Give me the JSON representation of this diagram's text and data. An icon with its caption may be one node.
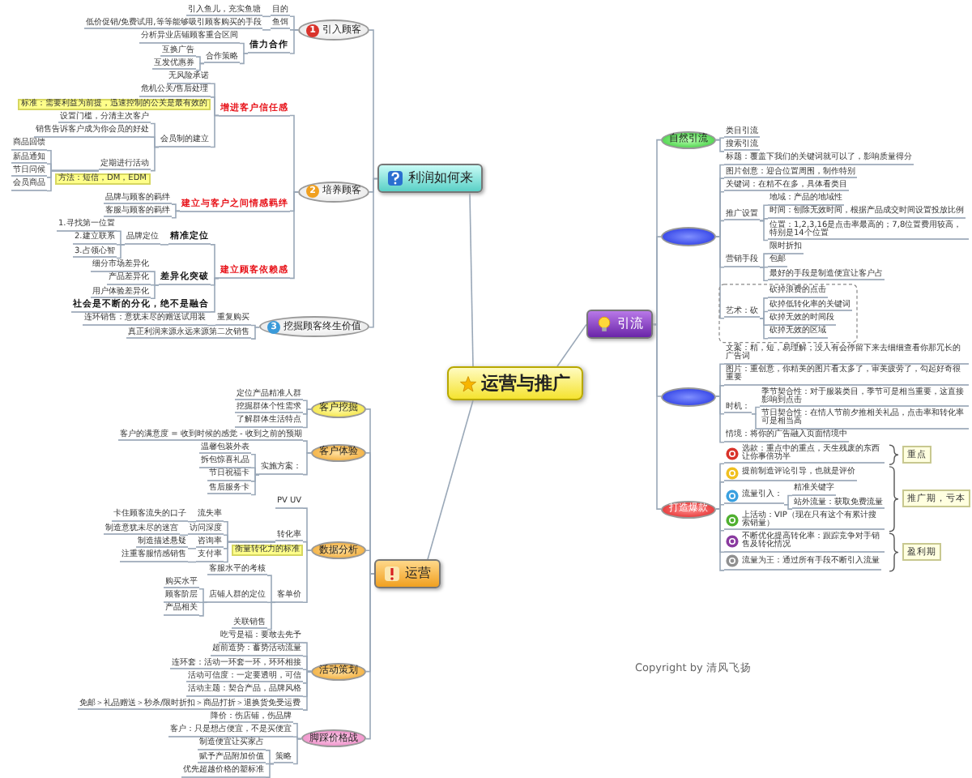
{
  "diagram": {
    "nodes": [
      {
        "text": [
          "运营与推广"
        ]
      },
      {
        "text": [
          "利润如何来"
        ]
      },
      {
        "text": [
          "1",
          "引入顾客"
        ]
      },
      {
        "text": [
          "目的"
        ]
      },
      {
        "text": [
          "引入鱼儿，充实鱼塘"
        ]
      },
      {
        "text": [
          "鱼饵"
        ]
      },
      {
        "text": [
          "低价促销/免费试用,等等能够吸引顾客购买的手段"
        ]
      },
      {
        "text": [
          "借力合作"
        ]
      },
      {
        "text": [
          "分析异业店铺顾客重合区间"
        ]
      },
      {
        "text": [
          "合作策略"
        ]
      },
      {
        "text": [
          "互换广告"
        ]
      },
      {
        "text": [
          "互发优惠券"
        ]
      },
      {
        "text": [
          "2",
          "培养顾客"
        ]
      },
      {
        "text": [
          "增进客户信任感"
        ]
      },
      {
        "text": [
          "无风险承诺"
        ]
      },
      {
        "text": [
          "危机公关/售后处理"
        ],
        "beside": [
          "标准：需要利益为前提，迅速控制的公关是最有效的"
        ]
      },
      {
        "text": [
          "会员制的建立"
        ]
      },
      {
        "text": [
          "设置门槛，分清主次客户"
        ]
      },
      {
        "text": [
          "销售告诉客户成为你会员的好处"
        ]
      },
      {
        "text": [
          "定期进行活动"
        ],
        "beside": [
          "方法：短信，DM，EDM"
        ]
      },
      {
        "text": [
          "商品回馈"
        ]
      },
      {
        "text": [
          "新品通知"
        ]
      },
      {
        "text": [
          "节日问候"
        ]
      },
      {
        "text": [
          "会员商品"
        ]
      },
      {
        "text": [
          "建立与客户之间情感羁绊"
        ]
      },
      {
        "text": [
          "品牌与顾客的羁绊"
        ]
      },
      {
        "text": [
          "客服与顾客的羁绊"
        ]
      },
      {
        "text": [
          "建立顾客依赖感"
        ]
      },
      {
        "text": [
          "精准定位"
        ]
      },
      {
        "text": [
          "品牌定位"
        ]
      },
      {
        "text": [
          "1.寻找第一位置"
        ]
      },
      {
        "text": [
          "2.建立联系"
        ]
      },
      {
        "text": [
          "3.占领心智"
        ]
      },
      {
        "text": [
          "差异化突破"
        ]
      },
      {
        "text": [
          "细分市场差异化"
        ]
      },
      {
        "text": [
          "产品差异化"
        ]
      },
      {
        "text": [
          "用户体验差异化"
        ]
      },
      {
        "text": [
          "社会是不断的分化，绝不是融合"
        ]
      },
      {
        "text": [
          "3",
          "挖掘顾客终生价值"
        ]
      },
      {
        "text": [
          "重复购买"
        ]
      },
      {
        "text": [
          "连环销售：意犹未尽的赠送试用装"
        ]
      },
      {
        "text": [
          "真正利润来源永远来源第二次销售"
        ]
      },
      {
        "text": [
          "运营"
        ]
      },
      {
        "text": [
          "客户挖掘"
        ]
      },
      {
        "text": [
          "定位产品精准人群"
        ]
      },
      {
        "text": [
          "挖掘群体个性需求"
        ]
      },
      {
        "text": [
          "了解群体生活特点"
        ]
      },
      {
        "text": [
          "客户体验"
        ]
      },
      {
        "text": [
          "客户的满意度 = 收到时候的感觉 - 收到之前的预期"
        ]
      },
      {
        "text": [
          "实施方案："
        ]
      },
      {
        "text": [
          "温馨包装外表"
        ]
      },
      {
        "text": [
          "拆包惊喜礼品"
        ]
      },
      {
        "text": [
          "节日祝福卡"
        ]
      },
      {
        "text": [
          "售后服务卡"
        ]
      },
      {
        "text": [
          "数据分析"
        ]
      },
      {
        "text": [
          "PV UV"
        ]
      },
      {
        "text": [
          "转化率"
        ],
        "beside": [
          "衡量转化力的标准"
        ]
      },
      {
        "text": [
          "流失率"
        ]
      },
      {
        "text": [
          "卡住顾客流失的口子"
        ]
      },
      {
        "text": [
          "访问深度"
        ]
      },
      {
        "text": [
          "制造意犹未尽的迷宫"
        ]
      },
      {
        "text": [
          "咨询率"
        ]
      },
      {
        "text": [
          "制造描述悬疑"
        ]
      },
      {
        "text": [
          "支付率"
        ]
      },
      {
        "text": [
          "注重客服情感销售"
        ]
      },
      {
        "text": [
          "客单价"
        ]
      },
      {
        "text": [
          "客服水平的考核"
        ]
      },
      {
        "text": [
          "店铺人群的定位"
        ]
      },
      {
        "text": [
          "购买水平"
        ]
      },
      {
        "text": [
          "顾客阶层"
        ]
      },
      {
        "text": [
          "产品相关"
        ]
      },
      {
        "text": [
          "关联销售"
        ]
      },
      {
        "text": [
          "活动策划"
        ]
      },
      {
        "text": [
          "吃亏是福：要敢去先予"
        ]
      },
      {
        "text": [
          "超前造势：蓄势活动流量"
        ]
      },
      {
        "text": [
          "连环套：活动一环套一环，环环相接"
        ]
      },
      {
        "text": [
          "活动可信度：一定要透明，可信"
        ]
      },
      {
        "text": [
          "活动主题：契合产品，品牌风格"
        ]
      },
      {
        "text": [
          "免邮＞礼品赠送＞秒杀/限时折扣＞商品打折＞退换货免受运费"
        ]
      },
      {
        "text": [
          "脚踩价格战"
        ]
      },
      {
        "text": [
          "降价：伤店铺，伤品牌"
        ]
      },
      {
        "text": [
          "客户：只是想占便宜，不是买便宜"
        ]
      },
      {
        "text": [
          "策略"
        ]
      },
      {
        "text": [
          "制造便宜让买家占"
        ]
      },
      {
        "text": [
          "赋予产品附加价值"
        ]
      },
      {
        "text": [
          "优先超越价格的塑标准"
        ]
      },
      {
        "text": [
          "引流"
        ]
      },
      {
        "text": [
          "自然引流"
        ]
      },
      {
        "text": [
          "类目引流"
        ]
      },
      {
        "text": [
          "搜索引流"
        ]
      },
      {
        "text": [],
        "shape": "ellipse"
      },
      {
        "text": [
          "标题：覆盖下我们的关键词就可以了，影响质量得分"
        ]
      },
      {
        "text": [
          "图片创意：迎合位置周围，制作特别"
        ]
      },
      {
        "text": [
          "关键词：在精不在多，具体看类目"
        ]
      },
      {
        "text": [
          "推广设置"
        ]
      },
      {
        "text": [
          "地域：产品的地域性"
        ]
      },
      {
        "text": [
          "时间：刨除无效时间，根据产品成交时间设置投放比例"
        ]
      },
      {
        "text": [
          "位置：1,2,3,16是点击率最高的；7,8位置费用较高，特别是14个位置"
        ]
      },
      {
        "text": [
          "营销手段"
        ]
      },
      {
        "text": [
          "限时折扣"
        ]
      },
      {
        "text": [
          "包邮"
        ]
      },
      {
        "text": [
          "最好的手段是制造便宜让客户占"
        ]
      },
      {
        "text": [
          "艺术：砍"
        ]
      },
      {
        "text": [
          "砍掉浪费的点击"
        ]
      },
      {
        "text": [
          "砍掉低转化率的关键词"
        ]
      },
      {
        "text": [
          "砍掉无效的时间段"
        ]
      },
      {
        "text": [
          "砍掉无效的区域"
        ]
      },
      {
        "text": [],
        "shape": "ellipse"
      },
      {
        "text": [
          "文案：精，短，易理解；没人有会停留下来去细细查看你那冗长的广告词"
        ]
      },
      {
        "text": [
          "图片：重创意，你精美的图片看太多了，审美疲劳了，勾起好奇很重要"
        ]
      },
      {
        "text": [
          "时机："
        ]
      },
      {
        "text": [
          "季节契合性：对于服装类目，季节可是相当重要，这直接影响到点击"
        ]
      },
      {
        "text": [
          "节日契合性：在情人节前夕推相关礼品，点击率和转化率可是相当高"
        ]
      },
      {
        "text": [
          "情境：将你的广告融入页面情境中"
        ]
      },
      {
        "text": [
          "打造爆款"
        ]
      },
      {
        "text": [
          "选款：重点中的重点，天生残废的东西让你事倍功半"
        ]
      },
      {
        "text": [
          "提前制造评论引导，也就是评价"
        ]
      },
      {
        "text": [
          "流量引入："
        ]
      },
      {
        "text": [
          "精准关键字"
        ]
      },
      {
        "text": [
          "站外流量：获取免费流量"
        ]
      },
      {
        "text": [
          "上活动：VIP（现在只有这个有累计搜索销量）"
        ]
      },
      {
        "text": [
          "不断优化提高转化率：跟踪竞争对手销售及转化情况"
        ]
      },
      {
        "text": [
          "流量为王：通过所有手段不断引入流量"
        ]
      }
    ],
    "edges": [
      {
        "from": 0,
        "to": 1,
        "arrow": "none"
      },
      {
        "from": 0,
        "to": 42,
        "arrow": "none"
      },
      {
        "from": 0,
        "to": 86,
        "arrow": "none"
      },
      {
        "from": 1,
        "to": 2,
        "arrow": "none"
      },
      {
        "from": 1,
        "to": 12,
        "arrow": "none"
      },
      {
        "from": 1,
        "to": 38,
        "arrow": "none"
      },
      {
        "from": 2,
        "to": 3,
        "arrow": "none"
      },
      {
        "from": 2,
        "to": 5,
        "arrow": "none"
      },
      {
        "from": 2,
        "to": 7,
        "arrow": "none"
      },
      {
        "from": 3,
        "to": 4,
        "arrow": "none"
      },
      {
        "from": 5,
        "to": 6,
        "arrow": "none"
      },
      {
        "from": 7,
        "to": 8,
        "arrow": "none"
      },
      {
        "from": 7,
        "to": 9,
        "arrow": "none"
      },
      {
        "from": 9,
        "to": 10,
        "arrow": "none"
      },
      {
        "from": 9,
        "to": 11,
        "arrow": "none"
      },
      {
        "from": 12,
        "to": 13,
        "arrow": "none"
      },
      {
        "from": 12,
        "to": 24,
        "arrow": "none"
      },
      {
        "from": 12,
        "to": 27,
        "arrow": "none"
      },
      {
        "from": 13,
        "to": 14,
        "arrow": "none"
      },
      {
        "from": 13,
        "to": 15,
        "arrow": "none"
      },
      {
        "from": 13,
        "to": 16,
        "arrow": "none"
      },
      {
        "from": 16,
        "to": 17,
        "arrow": "none"
      },
      {
        "from": 16,
        "to": 18,
        "arrow": "none"
      },
      {
        "from": 16,
        "to": 19,
        "arrow": "none"
      },
      {
        "from": 19,
        "to": 20,
        "arrow": "none"
      },
      {
        "from": 19,
        "to": 21,
        "arrow": "none"
      },
      {
        "from": 19,
        "to": 22,
        "arrow": "none"
      },
      {
        "from": 19,
        "to": 23,
        "arrow": "none"
      },
      {
        "from": 24,
        "to": 25,
        "arrow": "none"
      },
      {
        "from": 24,
        "to": 26,
        "arrow": "none"
      },
      {
        "from": 27,
        "to": 28,
        "arrow": "none"
      },
      {
        "from": 27,
        "to": 33,
        "arrow": "none"
      },
      {
        "from": 27,
        "to": 37,
        "arrow": "none"
      },
      {
        "from": 28,
        "to": 29,
        "arrow": "none"
      },
      {
        "from": 29,
        "to": 30,
        "arrow": "none"
      },
      {
        "from": 29,
        "to": 31,
        "arrow": "none"
      },
      {
        "from": 29,
        "to": 32,
        "arrow": "none"
      },
      {
        "from": 33,
        "to": 34,
        "arrow": "none"
      },
      {
        "from": 33,
        "to": 35,
        "arrow": "none"
      },
      {
        "from": 33,
        "to": 36,
        "arrow": "none"
      },
      {
        "from": 38,
        "to": 39,
        "arrow": "none"
      },
      {
        "from": 38,
        "to": 41,
        "arrow": "none"
      },
      {
        "from": 39,
        "to": 40,
        "arrow": "none"
      },
      {
        "from": 42,
        "to": 43,
        "arrow": "none"
      },
      {
        "from": 42,
        "to": 47,
        "arrow": "none"
      },
      {
        "from": 42,
        "to": 54,
        "arrow": "none"
      },
      {
        "from": 42,
        "to": 72,
        "arrow": "none"
      },
      {
        "from": 42,
        "to": 79,
        "arrow": "none"
      },
      {
        "from": 43,
        "to": 44,
        "arrow": "none"
      },
      {
        "from": 43,
        "to": 45,
        "arrow": "none"
      },
      {
        "from": 43,
        "to": 46,
        "arrow": "none"
      },
      {
        "from": 47,
        "to": 48,
        "arrow": "none"
      },
      {
        "from": 47,
        "to": 49,
        "arrow": "none"
      },
      {
        "from": 49,
        "to": 50,
        "arrow": "none"
      },
      {
        "from": 49,
        "to": 51,
        "arrow": "none"
      },
      {
        "from": 49,
        "to": 52,
        "arrow": "none"
      },
      {
        "from": 49,
        "to": 53,
        "arrow": "none"
      },
      {
        "from": 54,
        "to": 55,
        "arrow": "none"
      },
      {
        "from": 54,
        "to": 56,
        "arrow": "none"
      },
      {
        "from": 54,
        "to": 65,
        "arrow": "none"
      },
      {
        "from": 56,
        "to": 57,
        "arrow": "none"
      },
      {
        "from": 56,
        "to": 59,
        "arrow": "none"
      },
      {
        "from": 56,
        "to": 61,
        "arrow": "none"
      },
      {
        "from": 56,
        "to": 63,
        "arrow": "none"
      },
      {
        "from": 57,
        "to": 58,
        "arrow": "none"
      },
      {
        "from": 59,
        "to": 60,
        "arrow": "none"
      },
      {
        "from": 61,
        "to": 62,
        "arrow": "none"
      },
      {
        "from": 63,
        "to": 64,
        "arrow": "none"
      },
      {
        "from": 65,
        "to": 66,
        "arrow": "none"
      },
      {
        "from": 65,
        "to": 67,
        "arrow": "none"
      },
      {
        "from": 65,
        "to": 71,
        "arrow": "none"
      },
      {
        "from": 67,
        "to": 68,
        "arrow": "none"
      },
      {
        "from": 67,
        "to": 69,
        "arrow": "none"
      },
      {
        "from": 67,
        "to": 70,
        "arrow": "none"
      },
      {
        "from": 72,
        "to": 73,
        "arrow": "none"
      },
      {
        "from": 72,
        "to": 74,
        "arrow": "none"
      },
      {
        "from": 72,
        "to": 75,
        "arrow": "none"
      },
      {
        "from": 72,
        "to": 76,
        "arrow": "none"
      },
      {
        "from": 72,
        "to": 77,
        "arrow": "none"
      },
      {
        "from": 72,
        "to": 78,
        "arrow": "none"
      },
      {
        "from": 79,
        "to": 80,
        "arrow": "none"
      },
      {
        "from": 79,
        "to": 81,
        "arrow": "none"
      },
      {
        "from": 79,
        "to": 82,
        "arrow": "none"
      },
      {
        "from": 82,
        "to": 83,
        "arrow": "none"
      },
      {
        "from": 82,
        "to": 84,
        "arrow": "none"
      },
      {
        "from": 82,
        "to": 85,
        "arrow": "none"
      },
      {
        "from": 86,
        "to": 87,
        "arrow": "none"
      },
      {
        "from": 86,
        "to": 90,
        "arrow": "none"
      },
      {
        "from": 86,
        "to": 107,
        "arrow": "none"
      },
      {
        "from": 86,
        "to": 114,
        "arrow": "none"
      },
      {
        "from": 87,
        "to": 88,
        "arrow": "none"
      },
      {
        "from": 87,
        "to": 89,
        "arrow": "none"
      },
      {
        "from": 90,
        "to": 91,
        "arrow": "none"
      },
      {
        "from": 90,
        "to": 92,
        "arrow": "none"
      },
      {
        "from": 90,
        "to": 93,
        "arrow": "none"
      },
      {
        "from": 90,
        "to": 94,
        "arrow": "none"
      },
      {
        "from": 90,
        "to": 98,
        "arrow": "none"
      },
      {
        "from": 90,
        "to": 102,
        "arrow": "none"
      },
      {
        "from": 94,
        "to": 95,
        "arrow": "none"
      },
      {
        "from": 94,
        "to": 96,
        "arrow": "none"
      },
      {
        "from": 94,
        "to": 97,
        "arrow": "none"
      },
      {
        "from": 98,
        "to": 99,
        "arrow": "none"
      },
      {
        "from": 98,
        "to": 100,
        "arrow": "none"
      },
      {
        "from": 98,
        "to": 101,
        "arrow": "none"
      },
      {
        "from": 102,
        "to": 103,
        "arrow": "none"
      },
      {
        "from": 102,
        "to": 104,
        "arrow": "none"
      },
      {
        "from": 102,
        "to": 105,
        "arrow": "none"
      },
      {
        "from": 102,
        "to": 106,
        "arrow": "none"
      },
      {
        "from": 107,
        "to": 108,
        "arrow": "none"
      },
      {
        "from": 107,
        "to": 109,
        "arrow": "none"
      },
      {
        "from": 107,
        "to": 110,
        "arrow": "none"
      },
      {
        "from": 107,
        "to": 113,
        "arrow": "none"
      },
      {
        "from": 110,
        "to": 111,
        "arrow": "none"
      },
      {
        "from": 110,
        "to": 112,
        "arrow": "none"
      },
      {
        "from": 114,
        "to": 115,
        "arrow": "none"
      },
      {
        "from": 114,
        "to": 116,
        "arrow": "none"
      },
      {
        "from": 114,
        "to": 117,
        "arrow": "none"
      },
      {
        "from": 114,
        "to": 120,
        "arrow": "none"
      },
      {
        "from": 114,
        "to": 121,
        "arrow": "none"
      },
      {
        "from": 114,
        "to": 122,
        "arrow": "none"
      },
      {
        "from": 117,
        "to": 118,
        "arrow": "none"
      },
      {
        "from": 117,
        "to": 119,
        "arrow": "none"
      }
    ],
    "labels": [
      "重点",
      "推广期，亏本",
      "盈利期",
      "Copyright by 清风飞扬"
    ]
  }
}
